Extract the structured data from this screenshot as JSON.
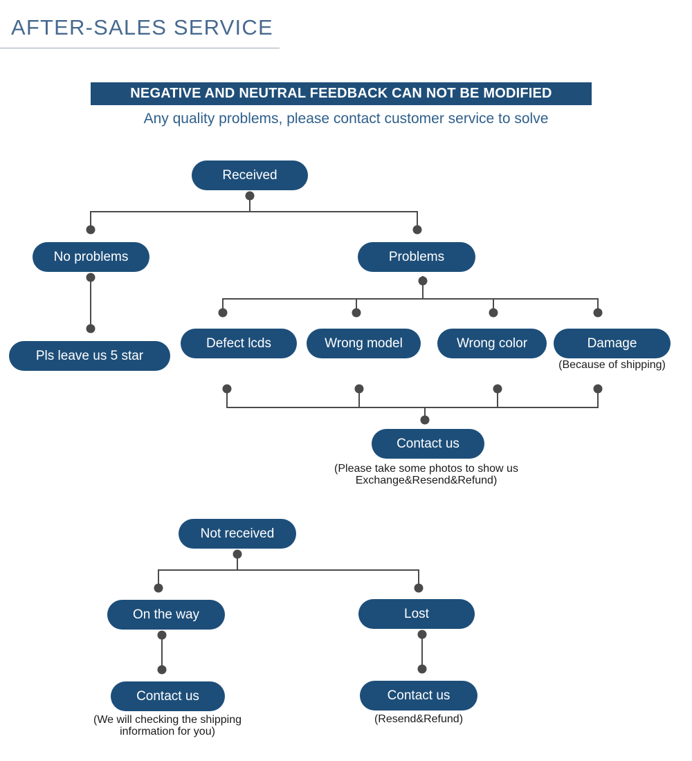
{
  "header": {
    "title": "AFTER-SALES SERVICE",
    "banner": "NEGATIVE AND NEUTRAL FEEDBACK CAN NOT BE MODIFIED",
    "subtitle": "Any quality problems, please contact customer service to solve"
  },
  "colors": {
    "pill": "#1d4e79",
    "banner": "#1f4e79",
    "title": "#46698f",
    "subtitle": "#2e5f8a",
    "connector": "#4a4a4a",
    "background": "#ffffff"
  },
  "flow_received": {
    "root": "Received",
    "branch_no_problems": "No problems",
    "leaf_five_star": "Pls leave us 5 star",
    "branch_problems": "Problems",
    "problem_types": [
      "Defect lcds",
      "Wrong model",
      "Wrong color",
      "Damage"
    ],
    "damage_caption": "(Because of shipping)",
    "merge_node": "Contact us",
    "merge_caption": "(Please take some photos to show us\nExchange&Resend&Refund)"
  },
  "flow_not_received": {
    "root": "Not received",
    "branch_on_the_way": "On the way",
    "branch_lost": "Lost",
    "leaf_on_the_way": "Contact us",
    "leaf_on_the_way_caption": "(We will checking the shipping\ninformation for you)",
    "leaf_lost": "Contact us",
    "leaf_lost_caption": "(Resend&Refund)"
  }
}
